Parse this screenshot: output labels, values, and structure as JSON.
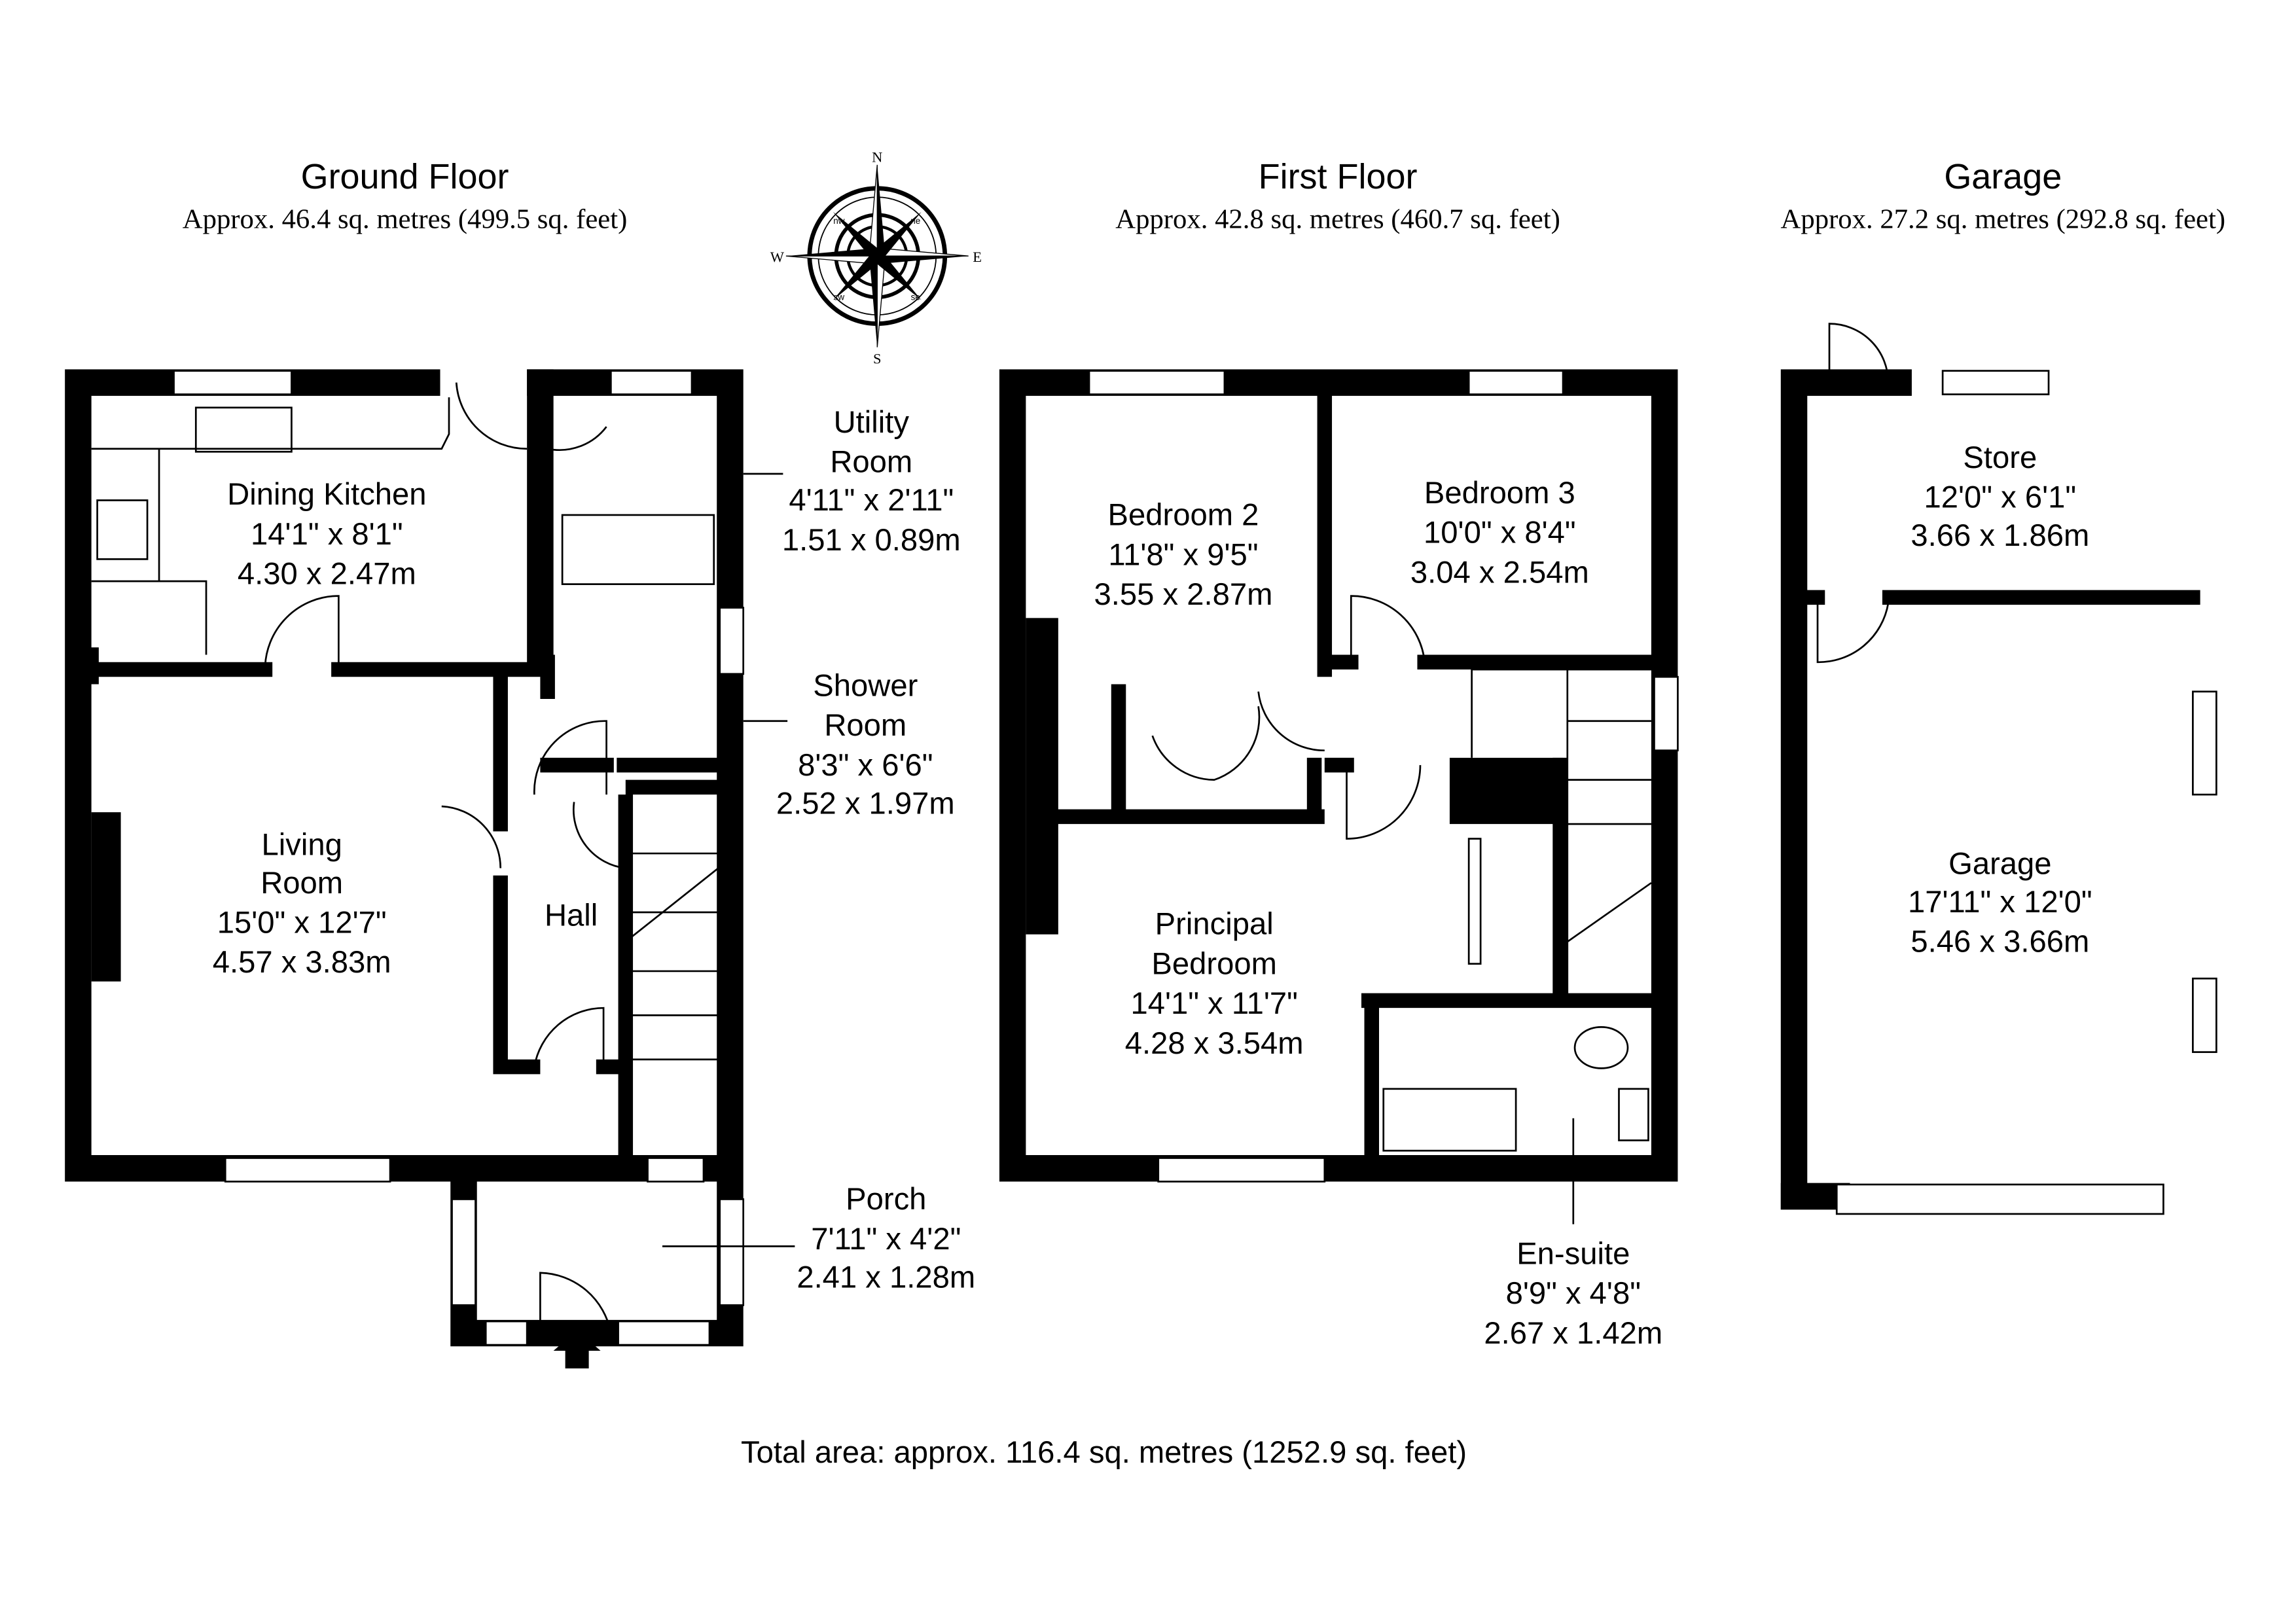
{
  "floors": [
    {
      "title": "Ground Floor",
      "area": "Approx. 46.4 sq. metres (499.5 sq. feet)"
    },
    {
      "title": "First Floor",
      "area": "Approx. 42.8 sq. metres (460.7 sq. feet)"
    },
    {
      "title": "Garage",
      "area": "Approx. 27.2 sq. metres (292.8 sq. feet)"
    }
  ],
  "rooms": {
    "dining_kitchen": {
      "name": [
        "Dining Kitchen"
      ],
      "imperial": "14'1\" x 8'1\"",
      "metric": "4.30 x 2.47m"
    },
    "utility": {
      "name": [
        "Utility",
        "Room"
      ],
      "imperial": "4'11\" x 2'11\"",
      "metric": "1.51 x 0.89m"
    },
    "shower": {
      "name": [
        "Shower",
        "Room"
      ],
      "imperial": "8'3\" x 6'6\"",
      "metric": "2.52 x 1.97m"
    },
    "living": {
      "name": [
        "Living",
        "Room"
      ],
      "imperial": "15'0\" x 12'7\"",
      "metric": "4.57 x 3.83m"
    },
    "hall": {
      "name": [
        "Hall"
      ]
    },
    "porch": {
      "name": [
        "Porch"
      ],
      "imperial": "7'11\" x 4'2\"",
      "metric": "2.41 x 1.28m"
    },
    "bedroom2": {
      "name": [
        "Bedroom 2"
      ],
      "imperial": "11'8\" x 9'5\"",
      "metric": "3.55 x 2.87m"
    },
    "bedroom3": {
      "name": [
        "Bedroom 3"
      ],
      "imperial": "10'0\" x 8'4\"",
      "metric": "3.04 x 2.54m"
    },
    "principal": {
      "name": [
        "Principal",
        "Bedroom"
      ],
      "imperial": "14'1\" x 11'7\"",
      "metric": "4.28 x 3.54m"
    },
    "ensuite": {
      "name": [
        "En-suite"
      ],
      "imperial": "8'9\" x 4'8\"",
      "metric": "2.67 x 1.42m"
    },
    "store": {
      "name": [
        "Store"
      ],
      "imperial": "12'0\" x 6'1\"",
      "metric": "3.66 x 1.86m"
    },
    "garage": {
      "name": [
        "Garage"
      ],
      "imperial": "17'11\" x 12'0\"",
      "metric": "5.46 x 3.66m"
    }
  },
  "compass": {
    "n": "N",
    "e": "E",
    "s": "S",
    "w": "W",
    "ne": "ne",
    "nw": "nw",
    "se": "se",
    "sw": "sw"
  },
  "total_area": "Total area: approx. 116.4 sq. metres (1252.9  sq. feet)"
}
